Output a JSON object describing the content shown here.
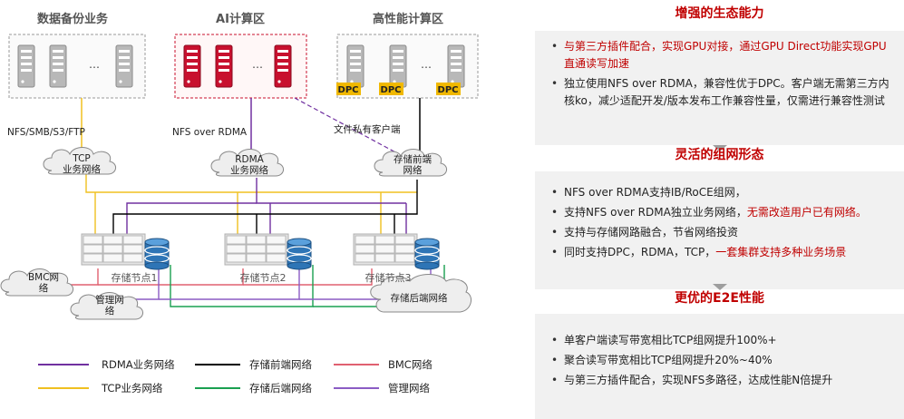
{
  "zones": {
    "backup": "数据备份业务",
    "ai": "AI计算区",
    "hpc": "高性能计算区"
  },
  "dots": "…",
  "dpc": "DPC",
  "protocols": {
    "backup": "NFS/SMB/S3/FTP",
    "ai": "NFS over RDMA",
    "hpc": "文件私有客户端"
  },
  "clouds": {
    "tcp_1": "TCP",
    "tcp_2": "业务网络",
    "rdma_1": "RDMA",
    "rdma_2": "业务网络",
    "front_1": "存储前端",
    "front_2": "网络",
    "bmc_1": "BMC网",
    "bmc_2": "络",
    "mgmt_1": "管理网",
    "mgmt_2": "络",
    "back": "存储后端网络"
  },
  "nodes": [
    "存储节点1",
    "存储节点2",
    "存储节点3"
  ],
  "legend": [
    {
      "label": "RDMA业务网络",
      "color": "#7030a0"
    },
    {
      "label": "存储前端网络",
      "color": "#000000"
    },
    {
      "label": "BMC网络",
      "color": "#e06070"
    },
    {
      "label": "TCP业务网络",
      "color": "#f0c020"
    },
    {
      "label": "存储后端网络",
      "color": "#1aa050"
    },
    {
      "label": "管理网络",
      "color": "#8b5cc4"
    }
  ],
  "panels": [
    {
      "title": "增强的生态能力",
      "items": [
        {
          "parts": [
            {
              "text": "与第三方插件配合，实现GPU对接，通过GPU Direct功能实现GPU直通读写加速",
              "red": true
            }
          ]
        },
        {
          "parts": [
            {
              "text": "独立使用NFS over RDMA，兼容性优于DPC。客户端无需第三方内核ko，减少适配开发/版本发布工作兼容性量，仅需进行兼容性测试",
              "red": false
            }
          ]
        }
      ]
    },
    {
      "title": "灵活的组网形态",
      "items": [
        {
          "parts": [
            {
              "text": "NFS over RDMA支持IB/RoCE组网，",
              "red": false
            }
          ]
        },
        {
          "parts": [
            {
              "text": "支持NFS over RDMA独立业务网络，",
              "red": false
            },
            {
              "text": "无需改造用户已有网络。",
              "red": true
            }
          ]
        },
        {
          "parts": [
            {
              "text": "支持与存储网路融合，节省网络投资",
              "red": false
            }
          ]
        },
        {
          "parts": [
            {
              "text": "同时支持DPC，RDMA，TCP，",
              "red": false
            },
            {
              "text": "一套集群支持多种业务场景",
              "red": true
            }
          ]
        }
      ]
    },
    {
      "title": "更优的E2E性能",
      "items": [
        {
          "parts": [
            {
              "text": "单客户端读写带宽相比TCP组网提升100%+",
              "red": false
            }
          ]
        },
        {
          "parts": [
            {
              "text": "聚合读写带宽相比TCP组网提升20%~40%",
              "red": false
            }
          ]
        },
        {
          "parts": [
            {
              "text": "与第三方插件配合，实现NFS多路径，达成性能N倍提升",
              "red": false
            }
          ]
        }
      ]
    }
  ]
}
